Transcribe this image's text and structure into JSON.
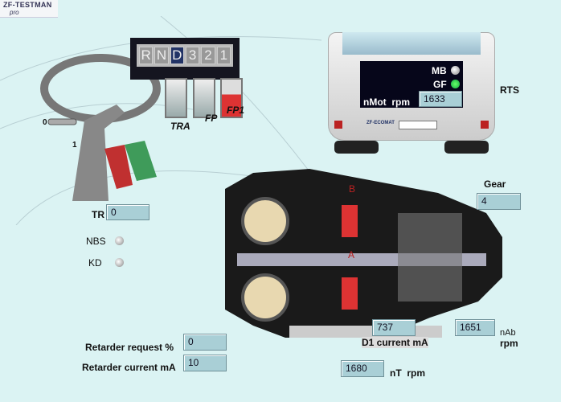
{
  "logo": {
    "title": "ZF-TESTMAN",
    "sub": "pro"
  },
  "selector": {
    "positions": [
      "R",
      "N",
      "D",
      "3",
      "2",
      "1"
    ],
    "selected": "D"
  },
  "switches": {
    "tra": "TRA",
    "fp": "FP",
    "fp1": "FP1"
  },
  "steering": {
    "lever_0": "0",
    "lever_1": "1"
  },
  "bus": {
    "mb": "MB",
    "gf": "GF",
    "nmot_label": "nMot  rpm",
    "nmot_value": "1633",
    "rts": "RTS",
    "brand": "ZF-ECOMAT"
  },
  "fields": {
    "tr_label": "TR",
    "tr_value": "0",
    "nbs": "NBS",
    "kd": "KD",
    "gear_label": "Gear",
    "gear_value": "4",
    "retarder_request_label": "Retarder request %",
    "retarder_request_value": "0",
    "retarder_current_label": "Retarder current mA",
    "retarder_current_value": "10",
    "d1_label": "D1 current mA",
    "d1_value": "737",
    "nab_label": "nAb",
    "nab_unit": "rpm",
    "nab_value": "1651",
    "nt_label": "nT  rpm",
    "nt_value": "1680",
    "marker_a": "A",
    "marker_b": "B"
  },
  "colors": {
    "background": "#dbf3f3",
    "field": "#a9cfd6",
    "led_green": "#22cc44"
  }
}
